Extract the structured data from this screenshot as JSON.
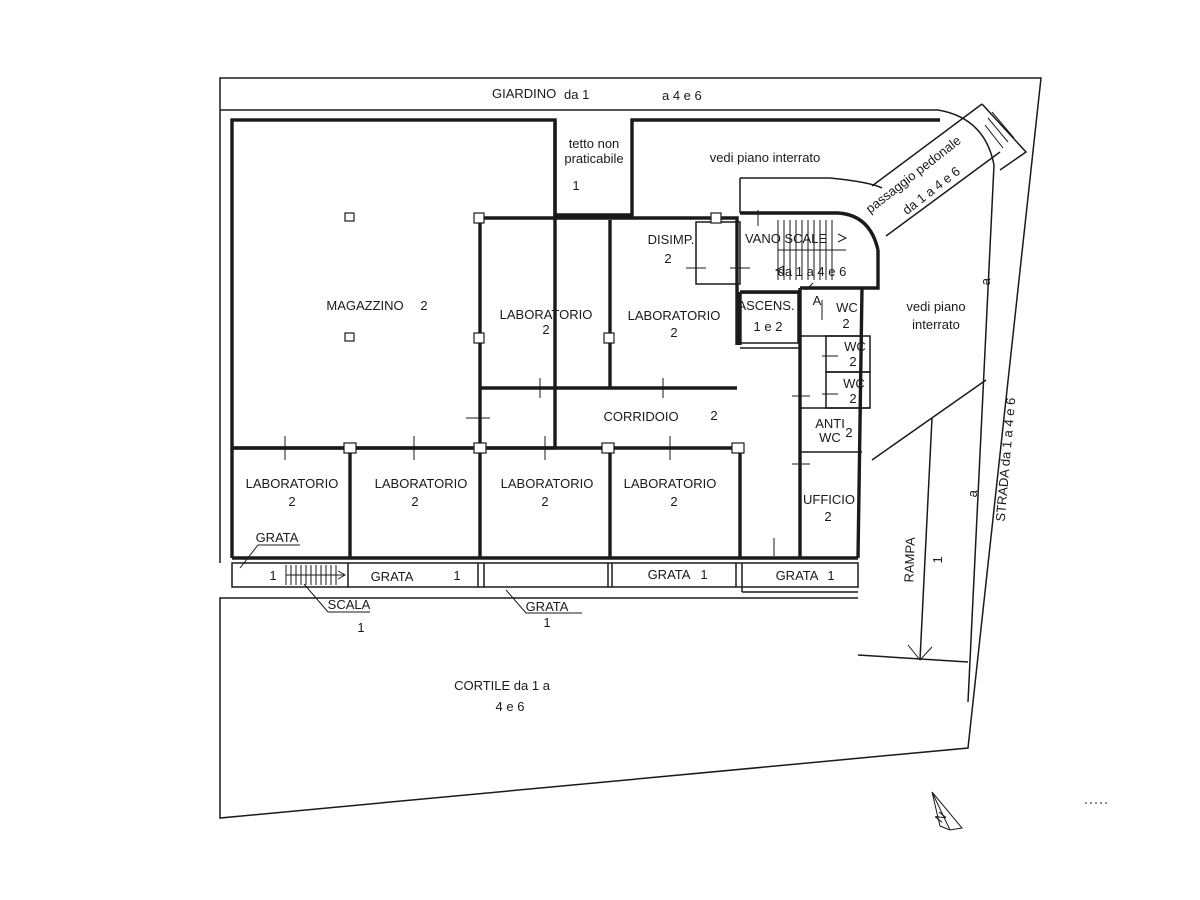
{
  "garden": {
    "name": "GIARDINO",
    "from": "da 1",
    "to": "a  4  e  6"
  },
  "roof": {
    "line1": "tetto non",
    "line2": "praticabile",
    "num": "1"
  },
  "see_basement_top": "vedi piano interrato",
  "see_basement_right": {
    "line1": "vedi piano",
    "line2": "interrato"
  },
  "passage": {
    "line1": "passaggio pedonale",
    "line2": "da  1  a      4  e  6"
  },
  "stair_hall": {
    "label": "VANO SCALE",
    "range": "da 1 a     4  e  6"
  },
  "lobby": {
    "label": "DISIMP.",
    "num": "2"
  },
  "elevator": {
    "label": "ASCENS.",
    "num": "1 e 2"
  },
  "marker_a": "A",
  "warehouse": {
    "label": "MAGAZZINO",
    "num": "2"
  },
  "corridor": {
    "label": "CORRIDOIO",
    "num": "2"
  },
  "laboratory_label": "LABORATORIO",
  "laboratory_num": "2",
  "wc_label": "WC",
  "room_num": "2",
  "anti": {
    "line1": "ANTI",
    "line2": "WC",
    "num": "2"
  },
  "office": {
    "label": "UFFICIO",
    "num": "2"
  },
  "grate": {
    "label": "GRATA",
    "num": "1"
  },
  "stairs": {
    "label": "SCALA",
    "num": "1"
  },
  "ramp": {
    "label": "RAMPA",
    "num": "1"
  },
  "road": {
    "label": "STRADA  da  1  a      4  e  6",
    "mark": "a"
  },
  "courtyard": {
    "line1": "CORTILE  da  1   a",
    "line2": "4  e  6"
  },
  "north": "N",
  "colors": {
    "ink": "#1a1a1a",
    "paper": "#ffffff"
  }
}
